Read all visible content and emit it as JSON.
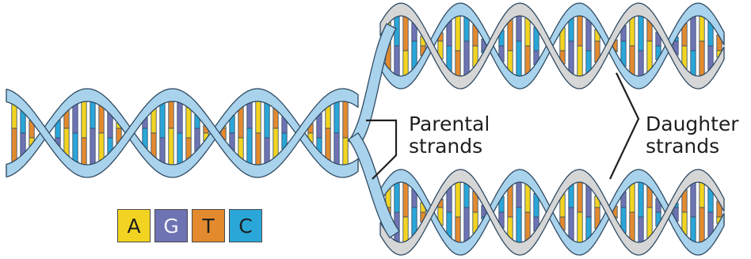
{
  "labels": {
    "parental_line1": "Parental",
    "parental_line2": "strands",
    "daughter_line1": "Daughter",
    "daughter_line2": "strands"
  },
  "legend": [
    {
      "letter": "A",
      "color": "#f2d321",
      "text": "dark"
    },
    {
      "letter": "G",
      "color": "#6e73b4",
      "text": "light"
    },
    {
      "letter": "T",
      "color": "#e38a2e",
      "text": "dark"
    },
    {
      "letter": "C",
      "color": "#2aa6d8",
      "text": "dark"
    }
  ],
  "colors": {
    "backbone_front": "#a9d3ec",
    "backbone_back": "#8fb6d2",
    "new_strand": "#d6d6d6",
    "new_strand_back": "#b3b3b3",
    "outline": "#2f4a63",
    "callout_line": "#1f1f1f"
  }
}
